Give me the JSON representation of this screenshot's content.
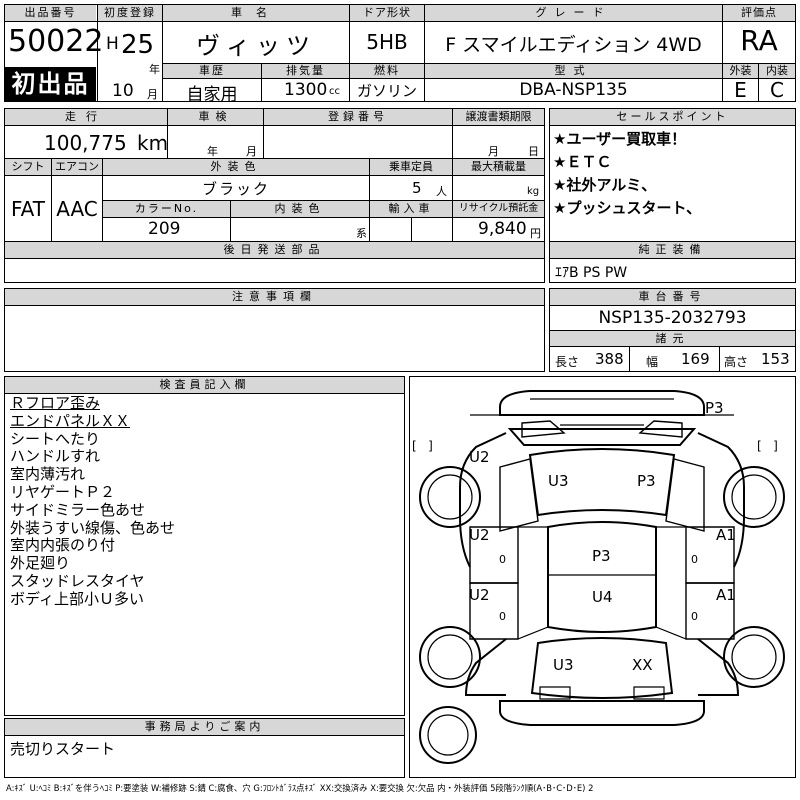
{
  "header": {
    "lot_no_label": "出品番号",
    "lot_no": "50022",
    "first_listing": "初出品",
    "first_reg_label": "初度登録",
    "era": "H",
    "year": "25",
    "year_unit": "年",
    "month": "10",
    "month_unit": "月",
    "car_name_label": "車名",
    "car_name": "ヴィッツ",
    "door_label": "ドア形状",
    "door": "5HB",
    "grade_label": "グレード",
    "grade": "F スマイルエディション 4WD",
    "score_label": "評価点",
    "score": "RA",
    "history_label": "車歴",
    "history": "自家用",
    "displacement_label": "排気量",
    "displacement": "1300",
    "displacement_unit": "cc",
    "fuel_label": "燃料",
    "fuel": "ガソリン",
    "model_label": "型式",
    "model": "DBA-NSP135",
    "ext_label": "外装",
    "ext_grade": "E",
    "int_label": "内装",
    "int_grade": "C"
  },
  "details": {
    "mileage_label": "走行",
    "mileage": "100,775",
    "mileage_unit": "km",
    "inspection_label": "車検",
    "insp_year_unit": "年",
    "insp_month_unit": "月",
    "reg_no_label": "登録番号",
    "transfer_label": "譲渡書類期限",
    "transfer_month_unit": "月",
    "transfer_day_unit": "日",
    "shift_label": "シフト",
    "shift": "FAT",
    "ac_label": "エアコン",
    "ac": "AAC",
    "color_label": "外装色",
    "color": "ブラック",
    "capacity_label": "乗車定員",
    "capacity": "5",
    "capacity_unit": "人",
    "load_label": "最大積載量",
    "load_unit": "kg",
    "color_no_label": "カラーNo.",
    "color_no": "209",
    "int_color_label": "内装色",
    "int_color_unit": "系",
    "import_label": "輸入車",
    "recycle_label": "リサイクル預託金",
    "recycle": "9,840",
    "recycle_unit": "円",
    "later_parts_label": "後日発送部品"
  },
  "sales": {
    "label": "セールスポイント",
    "items": [
      "★ユーザー買取車！",
      "★ＥＴＣ",
      "★社外アルミ、",
      "★プッシュスタート、"
    ]
  },
  "equipment": {
    "label": "純正装備",
    "value": "ｴｱB PS PW"
  },
  "caution": {
    "label": "注意事項欄"
  },
  "chassis": {
    "label": "車台番号",
    "value": "NSP135-2032793",
    "dims_label": "諸元",
    "length_label": "長さ",
    "length": "388",
    "width_label": "幅",
    "width": "169",
    "height_label": "高さ",
    "height": "153"
  },
  "inspector": {
    "label": "検査員記入欄",
    "notes": [
      "Ｒフロア歪み",
      "エンドパネルＸＸ",
      "シートへたり",
      "ハンドルすれ",
      "室内薄汚れ",
      "リヤゲートＰ２",
      "サイドミラー色あせ",
      "外装うすい線傷、色あせ",
      "室内内張のり付",
      "外足廻り",
      "スタッドレスタイヤ",
      "ボディ上部小Ｕ多い"
    ]
  },
  "office": {
    "label": "事務局よりご案内",
    "value": "売切りスタート"
  },
  "diagram": {
    "marks": [
      {
        "id": "p3-front",
        "text": "P3"
      },
      {
        "id": "u2-lf",
        "text": "U2"
      },
      {
        "id": "u3-hood",
        "text": "U3"
      },
      {
        "id": "p3-hood",
        "text": "P3"
      },
      {
        "id": "u2-ld",
        "text": "U2"
      },
      {
        "id": "a1-rd",
        "text": "A1"
      },
      {
        "id": "p3-roof",
        "text": "P3"
      },
      {
        "id": "u2-lr",
        "text": "U2"
      },
      {
        "id": "u4-roof",
        "text": "U4"
      },
      {
        "id": "a1-rr",
        "text": "A1"
      },
      {
        "id": "u3-rear",
        "text": "U3"
      },
      {
        "id": "xx-rear",
        "text": "XX"
      }
    ],
    "bracket_left": "[   ]",
    "bracket_right": "[   ]",
    "zero": "0"
  },
  "legend": "A:ｷｽﾞ U:ﾍｺﾐ B:ｷｽﾞを伴うﾍｺﾐ P:要塗装 W:補修跡 S:錆 C:腐食、穴 G:ﾌﾛﾝﾄｶﾞﾗｽ点ｷｽﾞ XX:交換済み X:要交換 欠:欠品 内・外装評価 5段階ﾗﾝｸ順(A･B･C･D･E) 2"
}
